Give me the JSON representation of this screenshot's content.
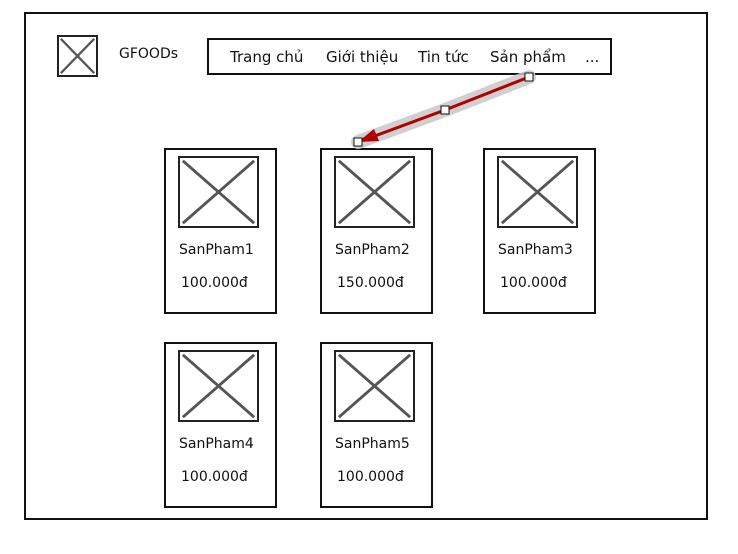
{
  "header": {
    "brand": "GFOODs",
    "nav": [
      "Trang chủ",
      "Giới thiệu",
      "Tin tức",
      "Sản phẩm",
      "..."
    ]
  },
  "products": [
    {
      "name": "SanPham1",
      "price": "100.000đ"
    },
    {
      "name": "SanPham2",
      "price": "150.000đ"
    },
    {
      "name": "SanPham3",
      "price": "100.000đ"
    },
    {
      "name": "SanPham4",
      "price": "100.000đ"
    },
    {
      "name": "SanPham5",
      "price": "100.000đ"
    }
  ],
  "colors": {
    "stroke": "#111111",
    "placeholder_cross": "#555555",
    "arrow": "#b00000",
    "arrow_highlight": "#c8c8c8"
  },
  "icons": {
    "logo": "image-placeholder-icon",
    "product_image": "image-placeholder-icon"
  }
}
